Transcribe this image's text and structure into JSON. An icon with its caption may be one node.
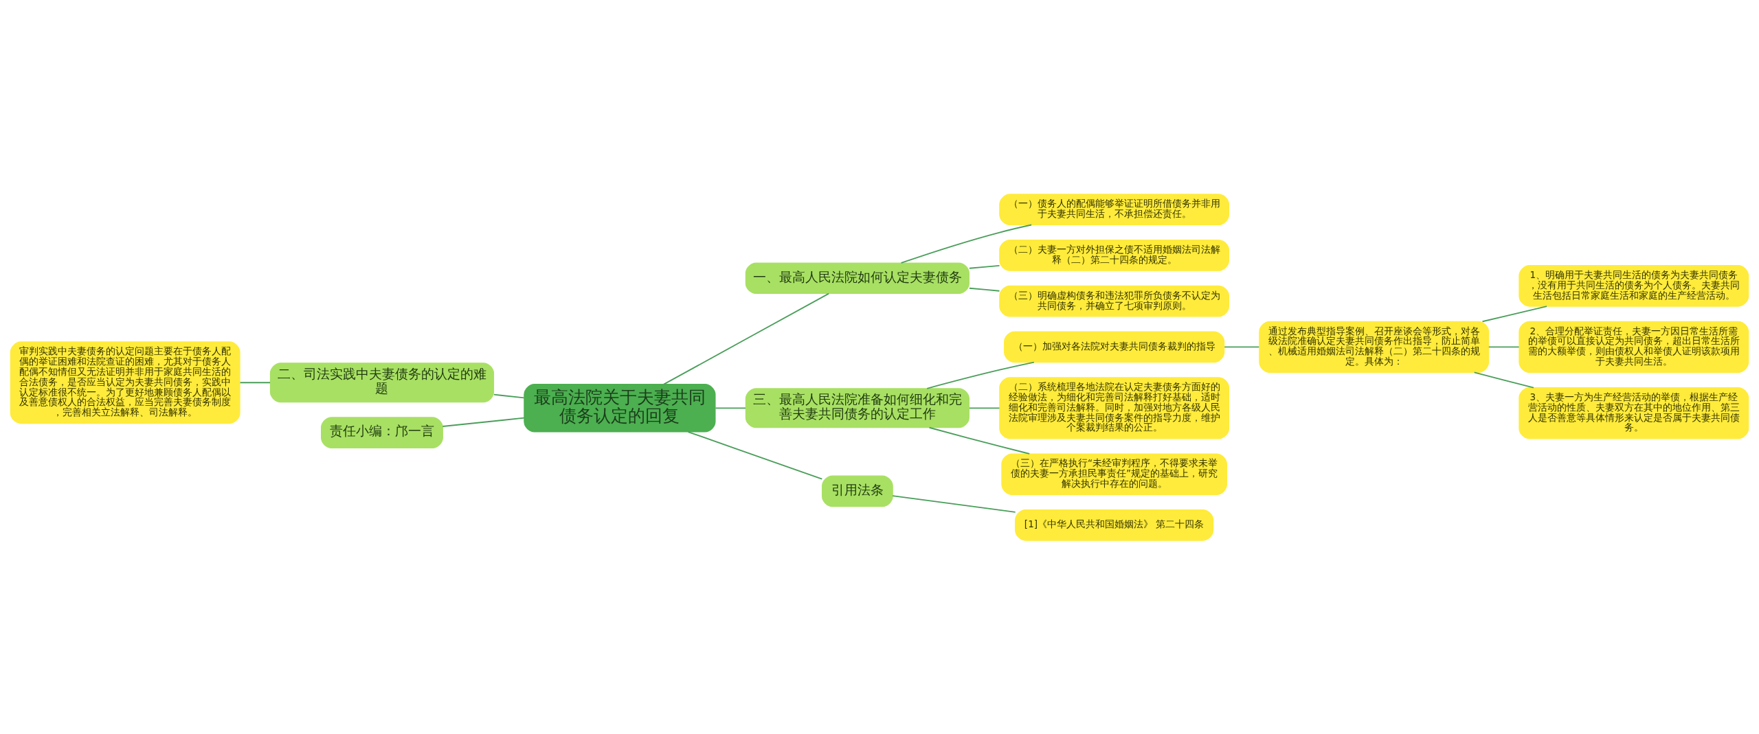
{
  "diagram": {
    "nodes": [
      {
        "text": [
          "最高法院关于夫妻共同债务认定的回复"
        ]
      },
      {
        "text": [
          "一、最高人民法院如何认定夫妻债务"
        ]
      },
      {
        "text": [
          "（一）债务人的配偶能够举证证明所借债务并非用于夫妻共同生活，不承担偿还责任。"
        ]
      },
      {
        "text": [
          "（二）夫妻一方对外担保之债不适用婚姻法司法解释（二）第二十四条的规定。"
        ]
      },
      {
        "text": [
          "（三）明确虚构债务和违法犯罪所负债务不认定为共同债务，并确立了七项审判原则。"
        ]
      },
      {
        "text": [
          "三、最高人民法院准备如何细化和完善夫妻共同债务的认定工作"
        ]
      },
      {
        "text": [
          "（一）加强对各法院对夫妻共同债务裁判的指导"
        ]
      },
      {
        "text": [
          "通过发布典型指导案例、召开座谈会等形式，对各级法院准确认定夫妻共同债务作出指导，防止简单、机械适用婚姻法司法解释（二）第二十四条的规定。具体为："
        ]
      },
      {
        "text": [
          "1、明确用于夫妻共同生活的债务为夫妻共同债务，没有用于共同生活的债务为个人债务。夫妻共同生活包括日常家庭生活和家庭的生产经营活动。"
        ]
      },
      {
        "text": [
          "2、合理分配举证责任，夫妻一方因日常生活所需的举债可以直接认定为共同债务，超出日常生活所需的大额举债，则由债权人和举债人证明该款项用于夫妻共同生活。"
        ]
      },
      {
        "text": [
          "3、夫妻一方为生产经营活动的举债，根据生产经营活动的性质、夫妻双方在其中的地位作用、第三人是否善意等具体情形来认定是否属于夫妻共同债务。"
        ]
      },
      {
        "text": [
          "（二）系统梳理各地法院在认定夫妻债务方面好的经验做法，为细化和完善司法解释打好基础，适时细化和完善司法解释。同时，加强对地方各级人民法院审理涉及夫妻共同债务案件的指导力度，维护个案裁判结果的公正。"
        ]
      },
      {
        "text": [
          "（三）在严格执行“未经审判程序，不得要求未举债的夫妻一方承担民事责任”规定的基础上，研究解决执行中存在的问题。"
        ]
      },
      {
        "text": [
          "引用法条"
        ]
      },
      {
        "text": [
          "[1]《中华人民共和国婚姻法》 第二十四条"
        ]
      },
      {
        "text": [
          "二、司法实践中夫妻债务的认定的难题"
        ]
      },
      {
        "text": [
          "审判实践中夫妻债务的认定问题主要在于债务人配偶的举证困难和法院查证的困难，尤其对于债务人配偶不知情但又无法证明并非用于家庭共同生活的合法债务，是否应当认定为夫妻共同债务，实践中认定标准很不统一。为了更好地兼顾债务人配偶以及善意债权人的合法权益，应当完善夫妻债务制度，完善相关立法解释、司法解释。"
        ]
      },
      {
        "text": [
          "责任小编：邝一言"
        ]
      }
    ],
    "edges": [
      {
        "from": 0,
        "to": 1,
        "arrow": "none"
      },
      {
        "from": 1,
        "to": 2,
        "arrow": "none"
      },
      {
        "from": 1,
        "to": 3,
        "arrow": "none"
      },
      {
        "from": 1,
        "to": 4,
        "arrow": "none"
      },
      {
        "from": 0,
        "to": 5,
        "arrow": "none"
      },
      {
        "from": 5,
        "to": 6,
        "arrow": "none"
      },
      {
        "from": 6,
        "to": 7,
        "arrow": "none"
      },
      {
        "from": 7,
        "to": 8,
        "arrow": "none"
      },
      {
        "from": 7,
        "to": 9,
        "arrow": "none"
      },
      {
        "from": 7,
        "to": 10,
        "arrow": "none"
      },
      {
        "from": 5,
        "to": 11,
        "arrow": "none"
      },
      {
        "from": 5,
        "to": 12,
        "arrow": "none"
      },
      {
        "from": 0,
        "to": 13,
        "arrow": "none"
      },
      {
        "from": 13,
        "to": 14,
        "arrow": "none"
      },
      {
        "from": 0,
        "to": 15,
        "arrow": "none"
      },
      {
        "from": 15,
        "to": 16,
        "arrow": "none"
      },
      {
        "from": 0,
        "to": 17,
        "arrow": "none"
      }
    ]
  }
}
